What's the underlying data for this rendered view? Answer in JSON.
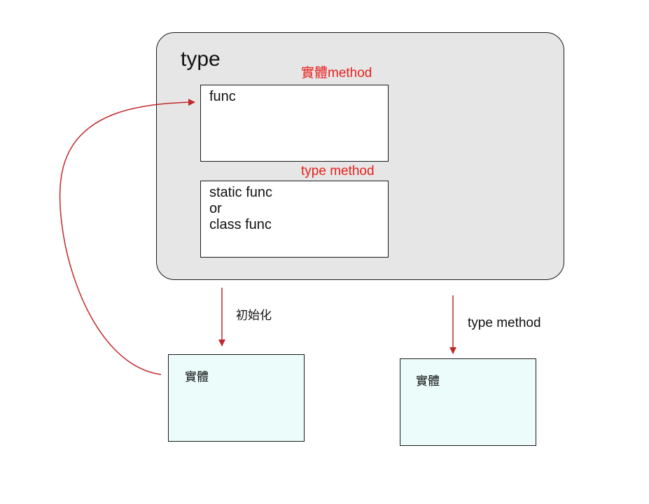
{
  "type_box": {
    "title": "type",
    "instance_method_label": "實體method",
    "type_method_label": "type method",
    "func_box": {
      "text": "func"
    },
    "static_box": {
      "lines": [
        "static func",
        "or",
        "class func"
      ]
    }
  },
  "edges": {
    "init_label": "初始化",
    "type_method_label": "type method"
  },
  "instances": [
    {
      "label": "實體"
    },
    {
      "label": "實體"
    }
  ],
  "colors": {
    "arrow": "#c0282a",
    "red_label": "#e8201c",
    "container_fill": "#e6e6e6",
    "instance_fill": "#ebfcfa"
  }
}
